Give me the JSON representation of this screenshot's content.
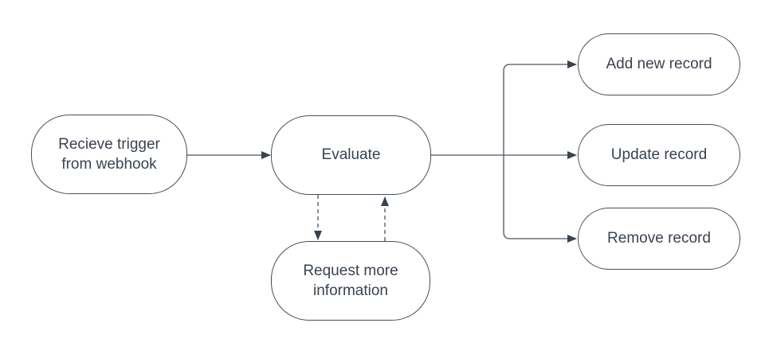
{
  "diagram": {
    "type": "flowchart",
    "background_color": "#ffffff",
    "node_fill_color": "#ffffff",
    "node_border_color": "#454e5e",
    "connector_color": "#4b5362",
    "arrowhead_color": "#3a4252",
    "text_color": "#3a4350",
    "nodes": {
      "receive_trigger": {
        "label": "Recieve trigger from webhook",
        "shape": "terminator"
      },
      "evaluate": {
        "label": "Evaluate",
        "shape": "terminator"
      },
      "request_more_info": {
        "label": "Request more information",
        "shape": "terminator"
      },
      "add_new_record": {
        "label": "Add new record",
        "shape": "terminator"
      },
      "update_record": {
        "label": "Update record",
        "shape": "terminator"
      },
      "remove_record": {
        "label": "Remove record",
        "shape": "terminator"
      }
    },
    "edges": [
      {
        "from": "receive_trigger",
        "to": "evaluate",
        "line": "solid",
        "arrow": "filled"
      },
      {
        "from": "evaluate",
        "to": "add_new_record",
        "line": "solid",
        "arrow": "filled"
      },
      {
        "from": "evaluate",
        "to": "update_record",
        "line": "solid",
        "arrow": "filled"
      },
      {
        "from": "evaluate",
        "to": "remove_record",
        "line": "solid",
        "arrow": "filled"
      },
      {
        "from": "evaluate",
        "to": "request_more_info",
        "line": "dashed",
        "arrow": "filled"
      },
      {
        "from": "request_more_info",
        "to": "evaluate",
        "line": "dashed",
        "arrow": "filled"
      }
    ]
  }
}
